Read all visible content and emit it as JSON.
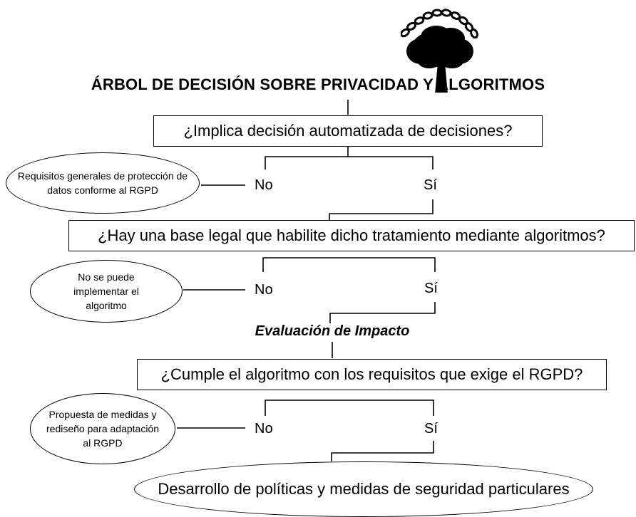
{
  "title": "ÁRBOL DE DECISIÓN SOBRE PRIVACIDAD  Y ALGORITMOS",
  "questions": [
    "¿Implica decisión automatizada de decisiones?",
    "¿Hay una base legal que habilite dicho tratamiento mediante algoritmos?",
    "¿Cumple el algoritmo con los requisitos que exige el RGPD?"
  ],
  "answers": {
    "no": "No",
    "yes": "Sí"
  },
  "outcomes": [
    "Requisitos generales de protección de datos conforme al RGPD",
    "No se puede implementar el algoritmo",
    "Propuesta de medidas y rediseño para adaptación al RGPD"
  ],
  "impact_label": "Evaluación de Impacto",
  "final": "Desarrollo de políticas y medidas de seguridad particulares",
  "icon": "tree-with-chain-icon"
}
